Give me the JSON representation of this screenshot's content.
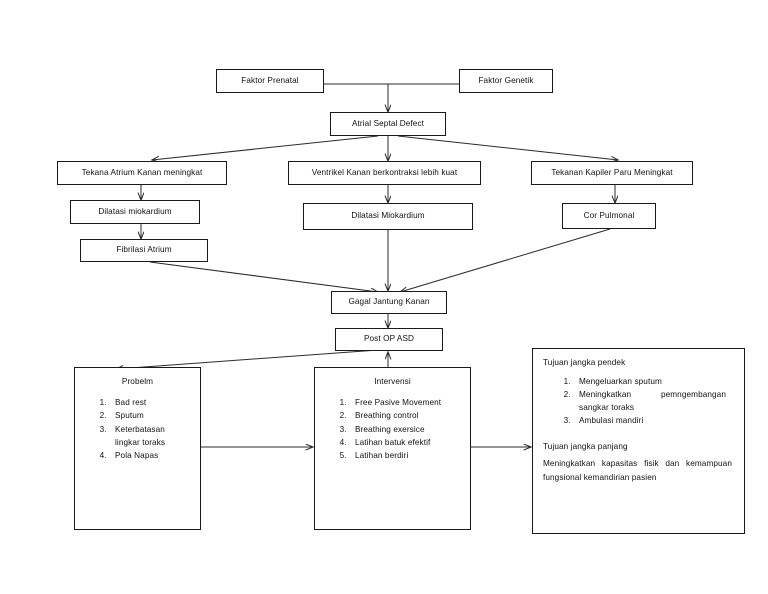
{
  "diagram": {
    "title": "Atrial Septal Defect pathophysiology and physiotherapy flowchart",
    "nodes": {
      "faktor_prenatal": "Faktor Prenatal",
      "faktor_genetik": "Faktor Genetik",
      "atrial_septal_defect": "Atrial Septal Defect",
      "tekanan_atrium": "Tekana Atrium Kanan meningkat",
      "ventrikel_kanan": "Ventrikel Kanan berkontraksi lebih kuat",
      "tekanan_kapiler": "Tekanan Kapiler Paru Meningkat",
      "dilatasi_miokardium_kiri": "Dilatasi miokardium",
      "dilatasi_miokardium_tengah": "Dilatasi Miokardium",
      "cor_pulmonal": "Cor Pulmonal",
      "fibrilasi_atrium": "Fibrilasi Atrium",
      "gagal_jantung": "Gagal Jantung Kanan",
      "post_op_asd": "Post OP ASD"
    },
    "problem_panel": {
      "title": "Probelm",
      "items": [
        "Bad rest",
        "Sputum",
        "Keterbatasan lingkar toraks",
        "Pola Napas"
      ]
    },
    "intervention_panel": {
      "title": "Intervensi",
      "items": [
        "Free Pasive Movement",
        "Breathing control",
        "Breathing exersice",
        "Latihan batuk efektif",
        "Latihan berdiri"
      ]
    },
    "goals_panel": {
      "short_term_title": "Tujuan jangka pendek",
      "short_term_items": [
        "Mengeluarkan sputum",
        "Meningkatkan pemngembangan sangkar toraks",
        "Ambulasi mandiri"
      ],
      "long_term_title": "Tujuan jangka panjang",
      "long_term_text": "Meningkatkan kapasitas fisik dan kemampuan fungsional kemandirian pasien"
    },
    "colors": {
      "line": "#2b2b2b",
      "text": "#111111",
      "background": "#ffffff"
    }
  }
}
